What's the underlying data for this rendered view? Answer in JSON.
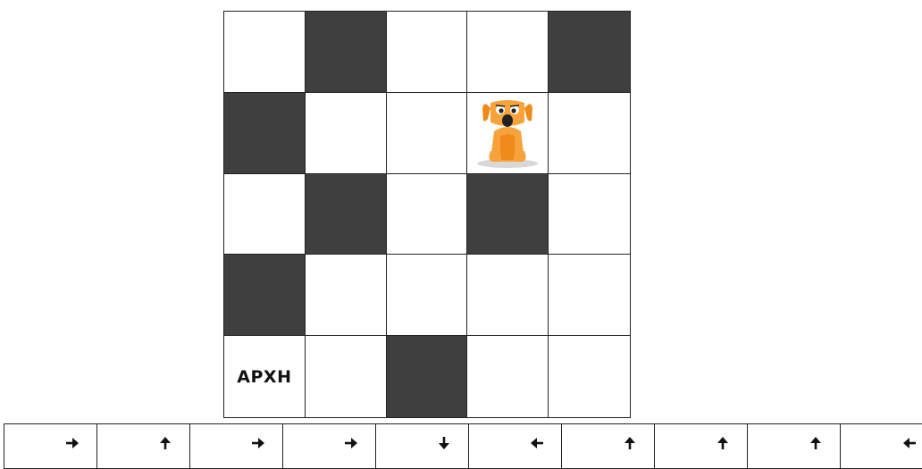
{
  "board": {
    "rows": 5,
    "cols": 5,
    "dark_color": "#3f3f3f",
    "dark_cells": [
      [
        0,
        1
      ],
      [
        0,
        4
      ],
      [
        1,
        0
      ],
      [
        2,
        1
      ],
      [
        2,
        3
      ],
      [
        3,
        0
      ],
      [
        4,
        2
      ]
    ],
    "start": {
      "row": 4,
      "col": 0,
      "label": "ΑΡΧΗ"
    },
    "character": {
      "row": 1,
      "col": 3,
      "icon": "dog-icon"
    }
  },
  "commands": [
    "right",
    "up",
    "right",
    "right",
    "down",
    "left",
    "up",
    "up",
    "up",
    "left"
  ]
}
